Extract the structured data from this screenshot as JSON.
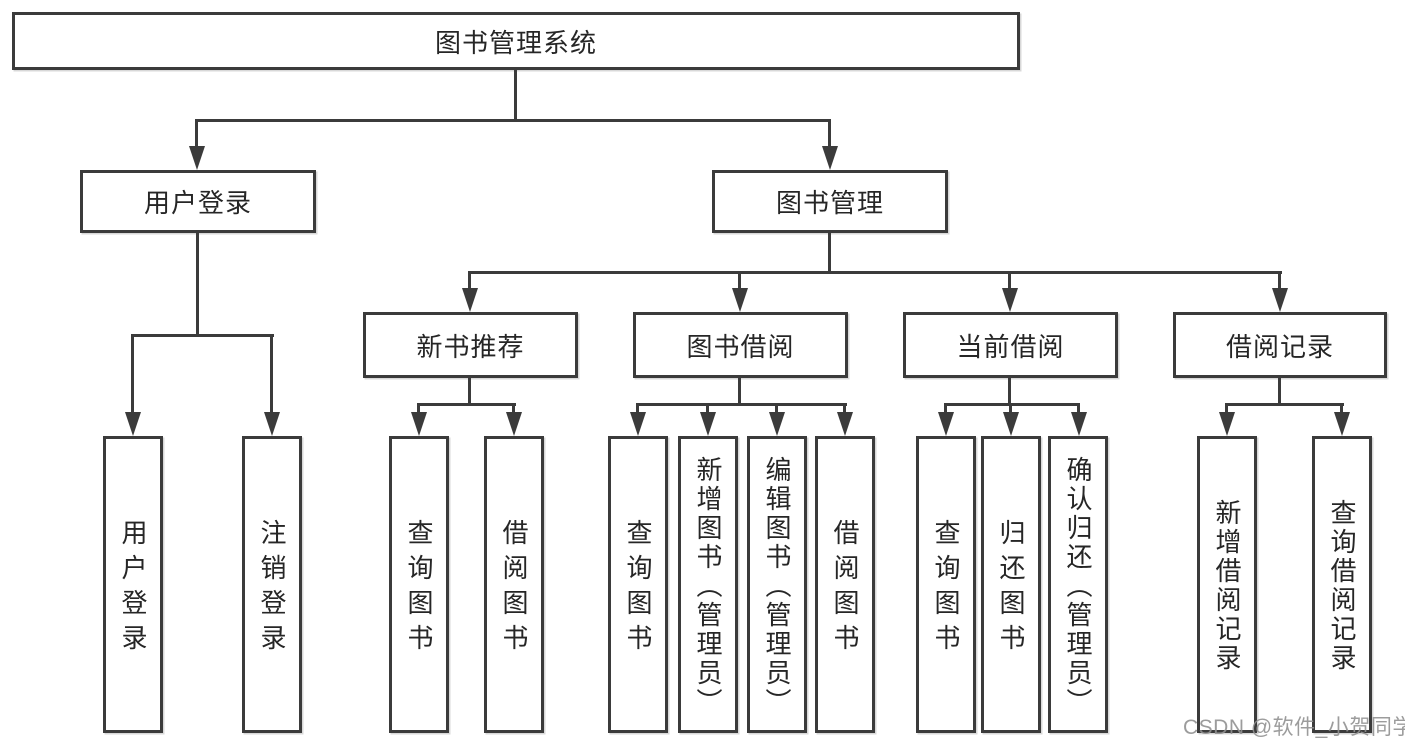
{
  "diagram": {
    "type": "hierarchy-tree",
    "title": "图书管理系统",
    "colors": {
      "background": "#ffffff",
      "line": "#3b3b3b",
      "box_border": "#3b3b3b",
      "text": "#262626",
      "watermark": "#919191"
    },
    "watermark": "CSDN @软件_小贺同学"
  },
  "nodes": {
    "root": "图书管理系统",
    "user_login": "用户登录",
    "book_mgmt": "图书管理",
    "new_book_rec": "新书推荐",
    "book_borrow": "图书借阅",
    "current_borrow": "当前借阅",
    "borrow_records": "借阅记录",
    "leaf_user_login": "用户登录",
    "leaf_logout": "注销登录",
    "leaf_query_book_1": "查询图书",
    "leaf_borrow_book_1": "借阅图书",
    "leaf_query_book_2": "查询图书",
    "leaf_add_book": "新增图书（管理员）",
    "leaf_edit_book": "编辑图书（管理员）",
    "leaf_borrow_book_2": "借阅图书",
    "leaf_query_book_3": "查询图书",
    "leaf_return_book": "归还图书",
    "leaf_confirm_return": "确认归还（管理员）",
    "leaf_add_record": "新增借阅记录",
    "leaf_query_record": "查询借阅记录"
  },
  "hierarchy": {
    "图书管理系统": {
      "用户登录": [
        "用户登录",
        "注销登录"
      ],
      "图书管理": {
        "新书推荐": [
          "查询图书",
          "借阅图书"
        ],
        "图书借阅": [
          "查询图书",
          "新增图书（管理员）",
          "编辑图书（管理员）",
          "借阅图书"
        ],
        "当前借阅": [
          "查询图书",
          "归还图书",
          "确认归还（管理员）"
        ],
        "借阅记录": [
          "新增借阅记录",
          "查询借阅记录"
        ]
      }
    }
  }
}
